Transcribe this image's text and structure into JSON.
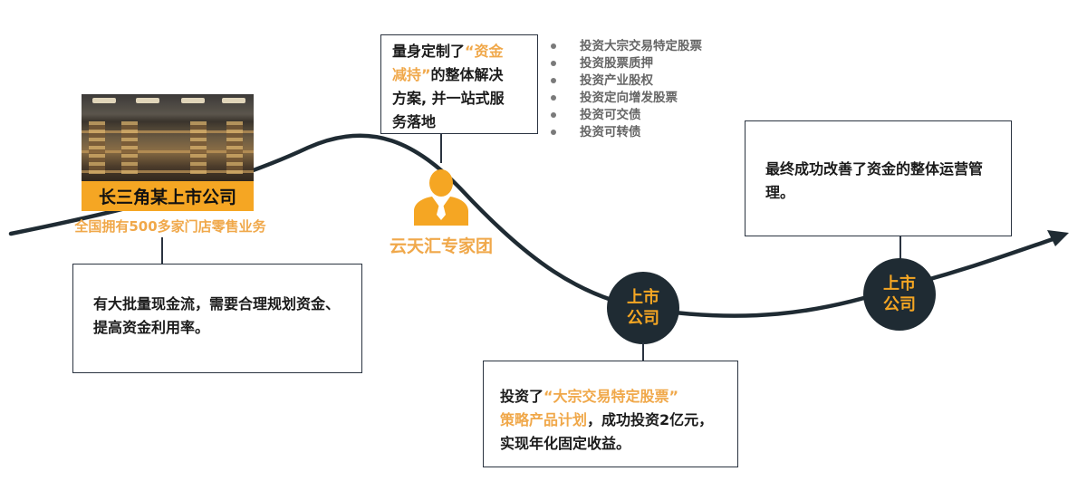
{
  "company": {
    "name": "长三角某上市公司",
    "subtitle": "全国拥有500多家门店零售业务"
  },
  "box_cash": {
    "text": "有大批量现金流，需要合理规划资金、提高资金利用率。"
  },
  "box_plan": {
    "text_a": "量身定制了",
    "highlight_a": "“资金",
    "highlight_b": "减持”",
    "text_b": "的整体解决",
    "text_c": "方案, 并一站式服",
    "text_d": "务落地"
  },
  "expert_team": {
    "label": "云天汇专家团",
    "icon": "person-icon"
  },
  "bullets": [
    "投资大宗交易特定股票",
    "投资股票质押",
    "投资产业股权",
    "投资定向增发股票",
    "投资可交债",
    "投资可转债"
  ],
  "box_invest": {
    "text_a": "投资了",
    "highlight_a": "“大宗交易特定股票”",
    "highlight_b": "策略产品计划",
    "text_b": "，成功投资2亿元，",
    "text_c": "实现年化固定收益。"
  },
  "listed_badge": {
    "line1": "上市",
    "line2": "公司"
  },
  "box_result": {
    "text": "最终成功改善了资金的整体运营管理。"
  },
  "colors": {
    "accent": "#f0a84a",
    "banner": "#f5a623",
    "dark": "#1f2b33",
    "border": "#2a3340"
  }
}
